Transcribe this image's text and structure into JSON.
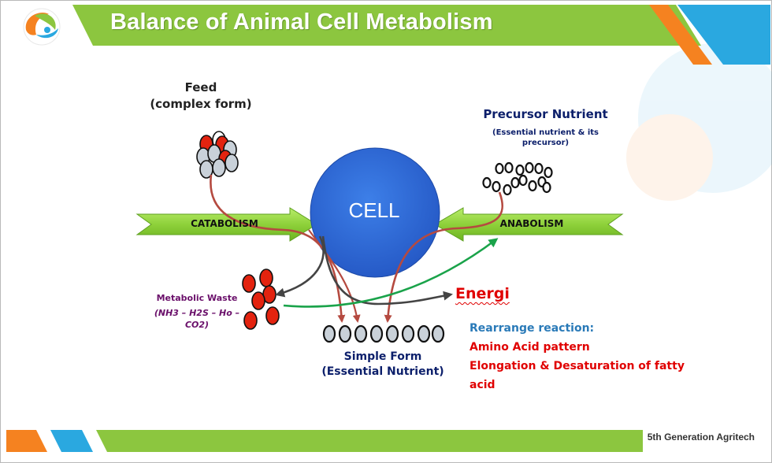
{
  "header": {
    "title": "Balance of Animal Cell Metabolism",
    "colors": {
      "green": "#8cc63f",
      "orange": "#f58220",
      "blue": "#2aa8e0"
    }
  },
  "footer": {
    "brand": "5th Generation Agritech"
  },
  "diagram": {
    "feed_title": "Feed",
    "feed_subtitle": "(complex form)",
    "precursor_title": "Precursor Nutrient",
    "precursor_subtitle": "(Essential nutrient & its precursor)",
    "cell_label": "CELL",
    "catabolism_label": "CATABOLISM",
    "anabolism_label": "ANABOLISM",
    "waste_title": "Metabolic Waste",
    "waste_formula": "(NH3 – H2S – Ho – CO2)",
    "energy_label": "Energi",
    "simple_form_title": "Simple Form",
    "simple_form_subtitle": "(Essential Nutrient)",
    "rearrange_title": "Rearrange reaction:",
    "rearrange_items": [
      "Amino Acid pattern",
      "Elongation & Desaturation of fatty",
      "acid"
    ],
    "colors": {
      "cell": "#2f6fd8",
      "arrow_green": "#8ed13a",
      "path_red": "#b54a40",
      "path_dark": "#444444",
      "path_green": "#1aa34a",
      "waste": "#e3230f"
    }
  }
}
